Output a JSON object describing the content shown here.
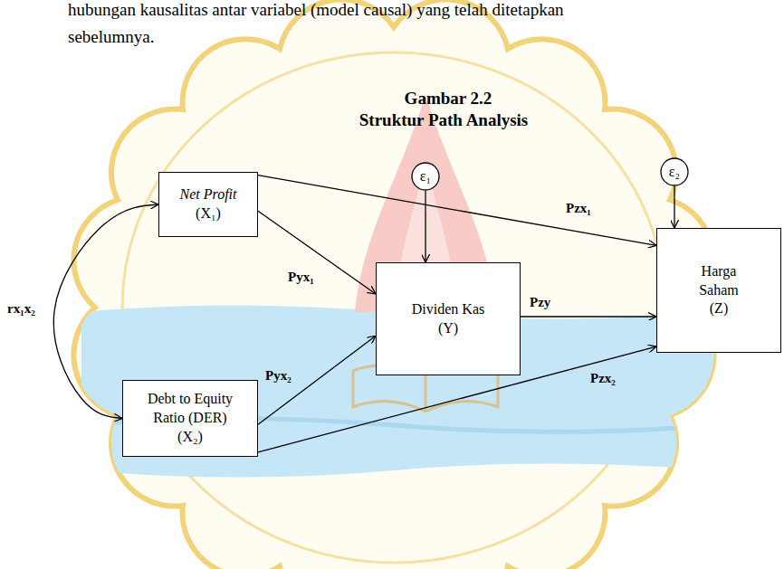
{
  "diagram": {
    "title": "Gambar 2.2",
    "caption": "Struktur Path Analysis",
    "nodes": [
      {
        "text": [
          "Net Profit",
          "(X₁)"
        ]
      },
      {
        "text": [
          "ε₁"
        ]
      },
      {
        "text": [
          "ε₂"
        ]
      },
      {
        "text": [
          "Dividen Kas",
          "(Y)"
        ]
      },
      {
        "text": [
          "Harga Saham",
          "(Z)"
        ]
      },
      {
        "text": [
          "Debt to Equity Ratio (DER)",
          "(X₂)"
        ]
      }
    ],
    "edges": [
      {
        "from": 0,
        "to": 5,
        "arrow": "both",
        "label": "rx₁x₂"
      },
      {
        "from": 0,
        "to": 4,
        "arrow": "to",
        "label": "Pzx₁"
      },
      {
        "from": 0,
        "to": 3,
        "arrow": "to",
        "label": "Pyx₁"
      },
      {
        "from": 1,
        "to": 3,
        "arrow": "to"
      },
      {
        "from": 2,
        "to": 4,
        "arrow": "to"
      },
      {
        "from": 3,
        "to": 4,
        "arrow": "to",
        "label": "Pzy"
      },
      {
        "from": 5,
        "to": 3,
        "arrow": "to",
        "label": "Pyx₂"
      },
      {
        "from": 5,
        "to": 4,
        "arrow": "to",
        "label": "Pzx₂"
      }
    ],
    "labels": [
      "hubungan kausalitas antar variabel (model causal) yang telah ditetapkan",
      "sebelumnya."
    ]
  }
}
